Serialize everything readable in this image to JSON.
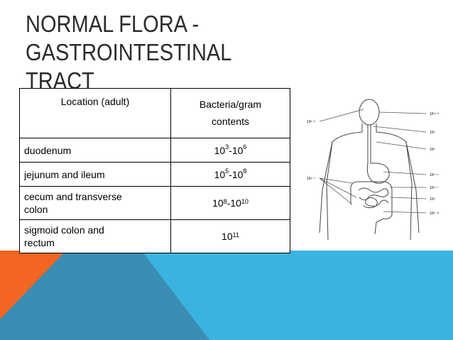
{
  "slide": {
    "title_line1": "NORMAL FLORA - GASTROINTESTINAL",
    "title_line2": "TRACT"
  },
  "table": {
    "header": {
      "location": "Location  (adult)",
      "bacteria_line1": "Bacteria/gram",
      "bacteria_line2": "contents"
    },
    "rows": [
      {
        "location": "duodenum",
        "base1": "10",
        "exp1": "3",
        "sep": "-",
        "base2": "10",
        "exp2": "6"
      },
      {
        "location": "jejunum and ileum",
        "base1": "10",
        "exp1": "5",
        "sep": "-",
        "base2": "10",
        "exp2": "8"
      },
      {
        "location_line1": "cecum and transverse",
        "location_line2": "colon",
        "base1": "10",
        "exp1": "8",
        "sep": "-",
        "base2": "10",
        "exp2": "10"
      },
      {
        "location_line1": "sigmoid colon and",
        "location_line2": "rectum",
        "base1": "10",
        "exp1": "11"
      }
    ]
  },
  "diagram": {
    "labels": [
      "10¹¹⁻³",
      "10⁴",
      "10²",
      "10⁵⁻⁶",
      "10⁵⁻⁷",
      "10⁸",
      "10⁸⁻¹¹",
      "10²⁻⁵",
      "10⁵⁻⁷"
    ]
  },
  "colors": {
    "orange": "#f26522",
    "light_blue": "#2fb0e0",
    "dark_teal": "#3a8fb0",
    "title_text": "#2b2b2b"
  }
}
